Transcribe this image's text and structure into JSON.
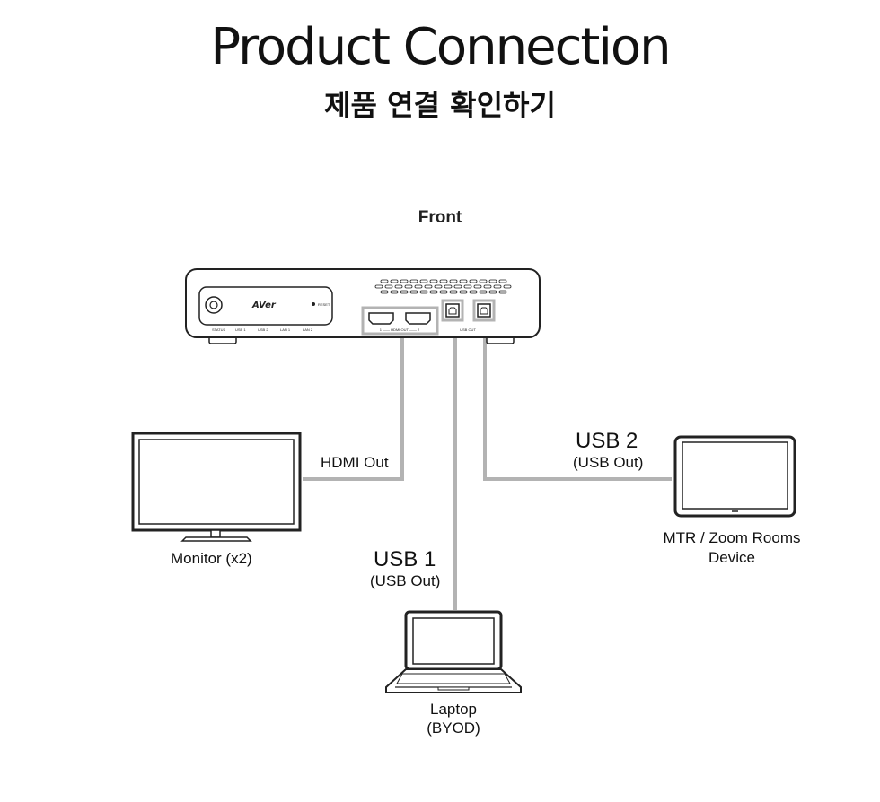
{
  "header": {
    "title": "Product Connection",
    "subtitle": "제품 연결 확인하기"
  },
  "device": {
    "view_label": "Front",
    "logo_text": "AVer",
    "reset_label": "RESET",
    "port_labels": [
      "STATUS",
      "USB 1",
      "USB 2",
      "LAN 1",
      "LAN 2"
    ],
    "hdmi_group_label": "1 —— HDMI OUT —— 2",
    "usb_group_label": "USB OUT"
  },
  "connections": {
    "hdmi": {
      "label": "HDMI Out"
    },
    "usb1": {
      "label": "USB 1",
      "sublabel": "(USB Out)"
    },
    "usb2": {
      "label": "USB 2",
      "sublabel": "(USB Out)"
    }
  },
  "endpoints": {
    "monitor": {
      "label": "Monitor (x2)"
    },
    "laptop": {
      "line1": "Laptop",
      "line2": "(BYOD)"
    },
    "mtr": {
      "line1": "MTR / Zoom Rooms",
      "line2": "Device"
    }
  },
  "colors": {
    "cable": "#b3b3b3",
    "outline": "#222222"
  }
}
